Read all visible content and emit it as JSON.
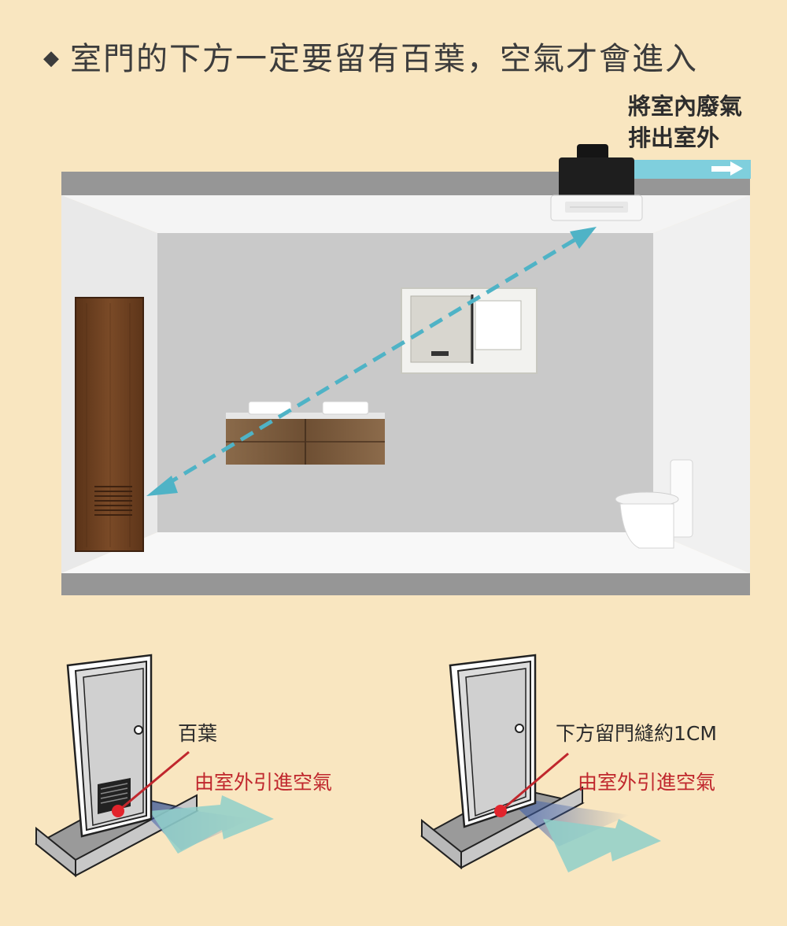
{
  "heading": {
    "bullet": "◆",
    "text": "室門的下方一定要留有百葉，空氣才會進入"
  },
  "exhaust": {
    "line1": "將室內廢氣",
    "line2": "排出室外"
  },
  "door_left": {
    "label": "百葉",
    "air": "由室外引進空氣"
  },
  "door_right": {
    "label": "下方留門縫約1CM",
    "air": "由室外引進空氣"
  },
  "colors": {
    "background": "#f9e6c0",
    "airflow": "#4fb3c6",
    "accent_red": "#c0272d",
    "door_wood": "#6b3f20"
  }
}
